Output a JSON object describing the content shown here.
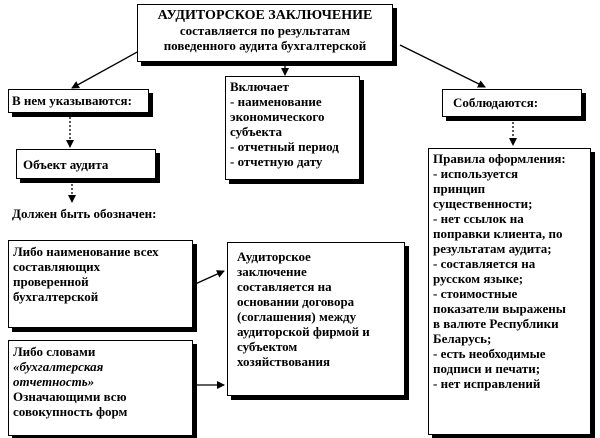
{
  "top": {
    "title": "АУДИТОРСКОЕ ЗАКЛЮЧЕНИЕ",
    "line1": "составляется по результатам",
    "line2": "поведенного аудита бухгалтерской"
  },
  "left": {
    "header": "В нем указываются:",
    "object": "Объект аудита",
    "must_label": "Должен быть обозначен:",
    "option1": [
      "Либо наименование всех",
      "составляющих",
      "проверенной",
      "бухгалтерской"
    ],
    "option2": [
      "Либо словами",
      "«бухгалтерская",
      "отчетность»",
      "Означающими всю",
      "совокупность форм"
    ]
  },
  "middle": {
    "includes": [
      "Включает",
      "- наименование",
      "экономического",
      "субъекта",
      "- отчетный период",
      "- отчетную дату"
    ],
    "basis": [
      "Аудиторское",
      "заключение",
      "составляется на",
      "основании договора",
      "(соглашения) между",
      "аудиторской фирмой и",
      "субъектом",
      "хозяйствования"
    ]
  },
  "right": {
    "header": "Соблюдаются:",
    "rules": [
      "Правила оформления:",
      "- используется",
      "принцип",
      "существенности;",
      "- нет ссылок на",
      "поправки клиента, по",
      "результатам аудита;",
      "- составляется на",
      "русском языке;",
      "- стоимостные",
      "показатели выражены",
      "в валюте Республики",
      "Беларусь;",
      "- есть необходимые",
      "подписи и печати;",
      "- нет исправлений"
    ]
  }
}
